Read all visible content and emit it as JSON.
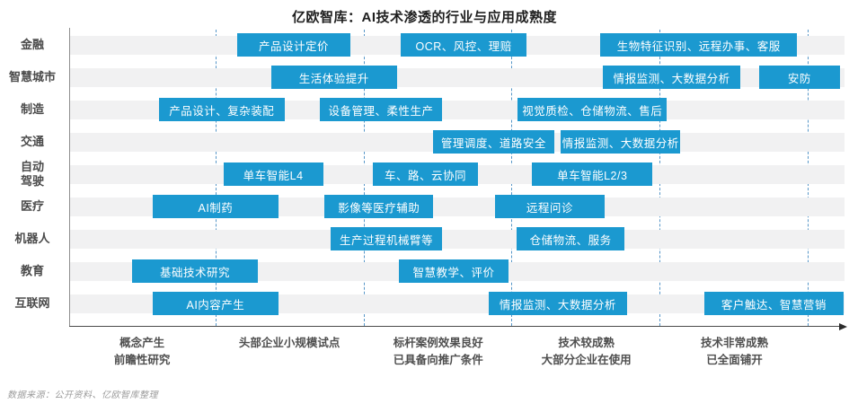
{
  "title": "亿欧智库：AI技术渗透的行业与应用成熟度",
  "footer": "数据来源：公开资料、亿欧智库整理",
  "colors": {
    "box_blue": "#1b99d0",
    "box_text": "#ffffff",
    "row_strip": "#f1f1f2",
    "divider_blue": "#5696c8",
    "y_axis": "#8f8f8f",
    "x_axis": "#4a4a4a",
    "title_text": "#1f1f1f",
    "label_text": "#4a4a4a",
    "footer_text": "#9b9b9b"
  },
  "chart_data": {
    "type": "gantt",
    "title": "亿欧智库：AI技术渗透的行业与应用成熟度",
    "x_axis_note": "应用成熟度从左(概念)到右(全面铺开)，虚线为阶段分界",
    "stage_divider_pcts": [
      18.9,
      38.0,
      57.1,
      76.2,
      95.4
    ],
    "stages": [
      {
        "label": "概念产生\n前瞻性研究",
        "center_pct": 9.4
      },
      {
        "label": "头部企业小规模试点",
        "center_pct": 28.4
      },
      {
        "label": "标杆案例效果良好\n已具备向推广条件",
        "center_pct": 47.6
      },
      {
        "label": "技术较成熟\n大部分企业在使用",
        "center_pct": 66.7
      },
      {
        "label": "技术非常成熟\n已全面铺开",
        "center_pct": 85.8
      }
    ],
    "rows": [
      {
        "industry": "金融",
        "items": [
          {
            "label": "产品设计定价",
            "start_pct": 21.7,
            "end_pct": 36.3
          },
          {
            "label": "OCR、风控、理赔",
            "start_pct": 42.8,
            "end_pct": 59.1
          },
          {
            "label": "生物特征识别、远程办事、客服",
            "start_pct": 68.6,
            "end_pct": 94.0
          }
        ]
      },
      {
        "industry": "智慧城市",
        "items": [
          {
            "label": "生活体验提升",
            "start_pct": 26.1,
            "end_pct": 42.3
          },
          {
            "label": "情报监测、大数据分析",
            "start_pct": 68.9,
            "end_pct": 86.7
          },
          {
            "label": "安防",
            "start_pct": 89.1,
            "end_pct": 99.5
          }
        ]
      },
      {
        "industry": "制造",
        "items": [
          {
            "label": "产品设计、复杂装配",
            "start_pct": 11.6,
            "end_pct": 27.8
          },
          {
            "label": "设备管理、柔性生产",
            "start_pct": 32.4,
            "end_pct": 48.1
          },
          {
            "label": "视觉质检、仓储物流、售后",
            "start_pct": 57.9,
            "end_pct": 77.2
          }
        ]
      },
      {
        "industry": "交通",
        "items": [
          {
            "label": "管理调度、道路安全",
            "start_pct": 47.0,
            "end_pct": 62.6
          },
          {
            "label": "情报监测、大数据分析",
            "start_pct": 63.5,
            "end_pct": 78.9
          }
        ]
      },
      {
        "industry": "自动\n驾驶",
        "items": [
          {
            "label": "单车智能L4",
            "start_pct": 19.9,
            "end_pct": 32.8
          },
          {
            "label": "车、路、云协同",
            "start_pct": 39.2,
            "end_pct": 52.8
          },
          {
            "label": "单车智能L2/3",
            "start_pct": 59.8,
            "end_pct": 75.3
          }
        ]
      },
      {
        "industry": "医疗",
        "items": [
          {
            "label": "AI制药",
            "start_pct": 10.8,
            "end_pct": 27.0
          },
          {
            "label": "影像等医疗辅助",
            "start_pct": 33.0,
            "end_pct": 47.0
          },
          {
            "label": "远程问诊",
            "start_pct": 55.0,
            "end_pct": 69.1
          }
        ]
      },
      {
        "industry": "机器人",
        "items": [
          {
            "label": "生产过程机械臂等",
            "start_pct": 33.8,
            "end_pct": 48.1
          },
          {
            "label": "仓储物流、服务",
            "start_pct": 57.8,
            "end_pct": 71.7
          }
        ]
      },
      {
        "industry": "教育",
        "items": [
          {
            "label": "基础技术研究",
            "start_pct": 8.1,
            "end_pct": 24.4
          },
          {
            "label": "智慧教学、评价",
            "start_pct": 42.6,
            "end_pct": 56.7
          }
        ]
      },
      {
        "industry": "互联网",
        "items": [
          {
            "label": "AI内容产生",
            "start_pct": 10.8,
            "end_pct": 27.0
          },
          {
            "label": "情报监测、大数据分析",
            "start_pct": 54.2,
            "end_pct": 72.0
          },
          {
            "label": "客户触达、智慧营销",
            "start_pct": 82.0,
            "end_pct": 100.0
          }
        ]
      }
    ]
  }
}
